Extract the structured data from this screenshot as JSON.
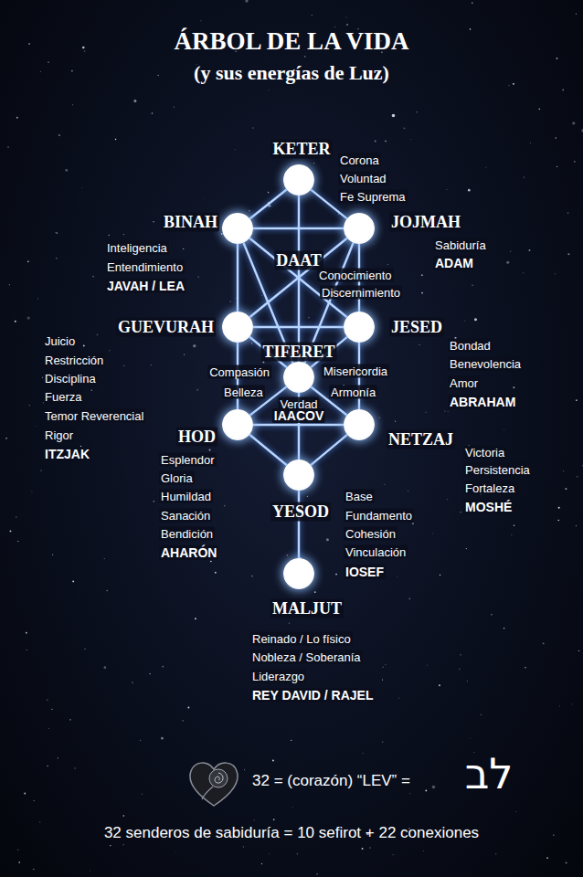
{
  "diagram": {
    "title": "ÁRBOL DE LA VIDA",
    "nodes": [
      {
        "text": [
          "KETER",
          "Corona",
          "Voluntad",
          "Fe Suprema"
        ]
      },
      {
        "text": [
          "BINAH",
          "Inteligencia",
          "Entendimiento",
          "JAVAH / LEA"
        ]
      },
      {
        "text": [
          "JOJMAH",
          "Sabiduría",
          "ADAM"
        ]
      },
      {
        "text": [
          "GUEVURAH",
          "Juicio",
          "Restricción",
          "Disciplina",
          "Fuerza",
          "Temor Reverencial",
          "Rigor",
          "ITZJAK"
        ]
      },
      {
        "text": [
          "JESED",
          "Bondad",
          "Benevolencia",
          "Amor",
          "ABRAHAM"
        ]
      },
      {
        "text": [
          "TIFERET",
          "Compasión",
          "Misericordia",
          "Belleza",
          "Armonía",
          "Verdad",
          "IAACOV"
        ]
      },
      {
        "text": [
          "HOD",
          "Esplendor",
          "Gloria",
          "Humildad",
          "Sanación",
          "Bendición",
          "AHARÓN"
        ]
      },
      {
        "text": [
          "NETZAJ",
          "Victoria",
          "Persistencia",
          "Fortaleza",
          "MOSHÉ"
        ]
      },
      {
        "text": [
          "YESOD",
          "Base",
          "Fundamento",
          "Cohesión",
          "Vinculación",
          "IOSEF"
        ]
      },
      {
        "text": [
          "MALJUT",
          "Reinado / Lo físico",
          "Nobleza / Soberanía",
          "Liderazgo",
          "REY DAVID / RAJEL"
        ]
      }
    ],
    "edges": [
      {
        "from": 0,
        "to": 1,
        "arrow": "none"
      },
      {
        "from": 0,
        "to": 2,
        "arrow": "none"
      },
      {
        "from": 0,
        "to": 5,
        "arrow": "none"
      },
      {
        "from": 1,
        "to": 2,
        "arrow": "none"
      },
      {
        "from": 1,
        "to": 3,
        "arrow": "none"
      },
      {
        "from": 2,
        "to": 4,
        "arrow": "none"
      },
      {
        "from": 1,
        "to": 5,
        "arrow": "none"
      },
      {
        "from": 2,
        "to": 5,
        "arrow": "none"
      },
      {
        "from": 1,
        "to": 4,
        "arrow": "none"
      },
      {
        "from": 2,
        "to": 3,
        "arrow": "none"
      },
      {
        "from": 3,
        "to": 4,
        "arrow": "none"
      },
      {
        "from": 3,
        "to": 5,
        "arrow": "none"
      },
      {
        "from": 4,
        "to": 5,
        "arrow": "none"
      },
      {
        "from": 3,
        "to": 6,
        "arrow": "none"
      },
      {
        "from": 4,
        "to": 7,
        "arrow": "none"
      },
      {
        "from": 5,
        "to": 6,
        "arrow": "none"
      },
      {
        "from": 5,
        "to": 7,
        "arrow": "none"
      },
      {
        "from": 5,
        "to": 8,
        "arrow": "none"
      },
      {
        "from": 6,
        "to": 7,
        "arrow": "none"
      },
      {
        "from": 6,
        "to": 8,
        "arrow": "none"
      },
      {
        "from": 7,
        "to": 8,
        "arrow": "none"
      },
      {
        "from": 8,
        "to": 9,
        "arrow": "none"
      }
    ],
    "labels": [
      "(y sus energías de Luz)",
      "DAAT",
      "Conocimiento",
      "Discernimiento",
      "32 = (corazón) “LEV” =",
      "לב",
      "32 senderos de sabiduría = 10 sefirot + 22 conexiones"
    ]
  }
}
